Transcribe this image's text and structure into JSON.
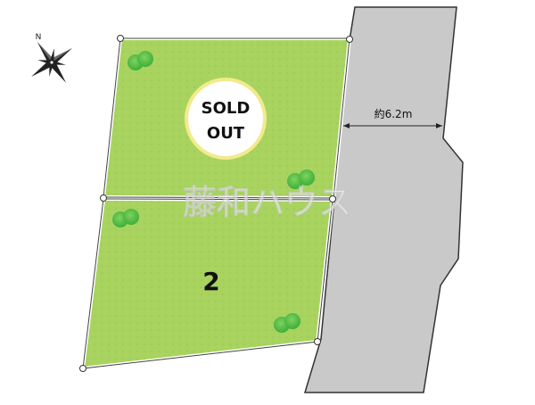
{
  "compass": {
    "north_label": "N",
    "icon": "compass-rose-icon"
  },
  "lots": {
    "lot1": {
      "status": "sold",
      "badge_line1": "SOLD",
      "badge_line2": "OUT"
    },
    "lot2": {
      "number_label": "2"
    }
  },
  "road": {
    "width_label": "約6.2m"
  },
  "watermark": {
    "text": "藤和ハウス"
  },
  "colors": {
    "lot_fill": "#a6d15e",
    "lot_border": "#ffffff",
    "road_fill": "#c9c9c9",
    "road_edge": "#333333",
    "tree": "#5cbf4a",
    "badge_bg": "#ffffff",
    "badge_ring": "#f2ea8c"
  }
}
